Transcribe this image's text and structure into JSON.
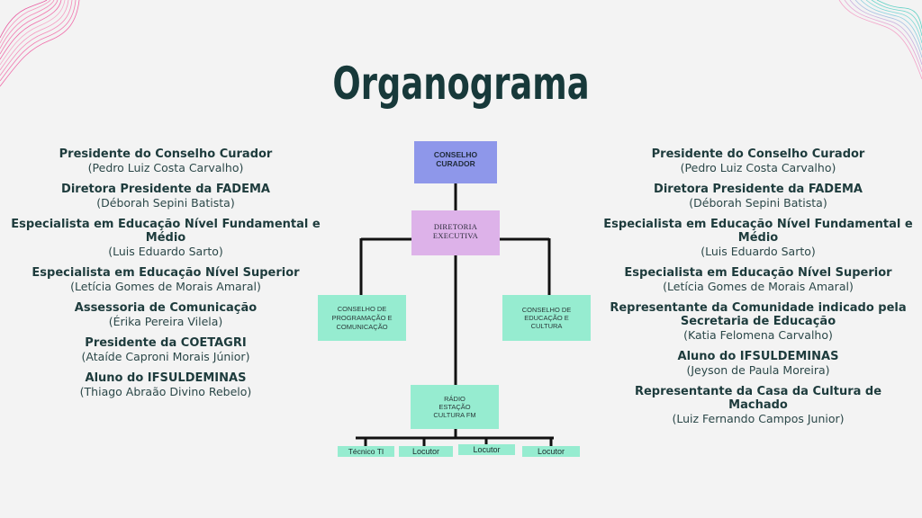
{
  "title": "Organograma",
  "left_members": [
    {
      "role": "Presidente do Conselho Curador",
      "person": "(Pedro Luiz Costa Carvalho)"
    },
    {
      "role": "Diretora Presidente da FADEMA",
      "person": "(Déborah Sepini Batista)"
    },
    {
      "role": "Especialista em Educação Nível Fundamental e Médio",
      "person": "(Luis Eduardo Sarto)"
    },
    {
      "role": "Especialista em Educação Nível Superior",
      "person": "(Letícia Gomes de Morais Amaral)"
    },
    {
      "role": "Assessoria de Comunicação",
      "person": "(Érika Pereira Vilela)"
    },
    {
      "role": "Presidente da COETAGRI",
      "person": "(Ataíde Caproni Morais Júnior)"
    },
    {
      "role": "Aluno do IFSULDEMINAS",
      "person": "(Thiago Abraão Divino Rebelo)"
    }
  ],
  "right_members": [
    {
      "role": "Presidente do Conselho Curador",
      "person": "(Pedro Luiz Costa Carvalho)"
    },
    {
      "role": "Diretora Presidente da FADEMA",
      "person": "(Déborah Sepini Batista)"
    },
    {
      "role": "Especialista em Educação Nível Fundamental e Médio",
      "person": "(Luis Eduardo Sarto)"
    },
    {
      "role": "Especialista em Educação Nível Superior",
      "person": "(Letícia Gomes de Morais Amaral)"
    },
    {
      "role": "Representante da Comunidade indicado pela Secretaria de Educação",
      "person": "(Katia Felomena Carvalho)"
    },
    {
      "role": "Aluno do IFSULDEMINAS",
      "person": "(Jeyson de Paula Moreira)"
    },
    {
      "role": "Representante da Casa da Cultura de Machado",
      "person": "(Luiz Fernando Campos Junior)"
    }
  ],
  "org": {
    "conselho_curador": "CONSELHO CURADOR",
    "diretoria_executiva": "DIRETORIA EXECUTIVA",
    "conselho_programacao": "CONSELHO DE PROGRAMAÇÃO E COMUNICAÇÃO",
    "conselho_educacao": "CONSELHO DE EDUCAÇÃO E CULTURA",
    "radio": "RÁDIO ESTAÇÃO CULTURA FM",
    "leaves": [
      "Técnico TI",
      "Locutor",
      "Locutor",
      "Locutor"
    ]
  },
  "colors": {
    "title": "#17393a",
    "conselho_box": "#8e97ea",
    "diretoria_box": "#ddb2e9",
    "green_box": "#96ecd0",
    "line": "#111111"
  }
}
